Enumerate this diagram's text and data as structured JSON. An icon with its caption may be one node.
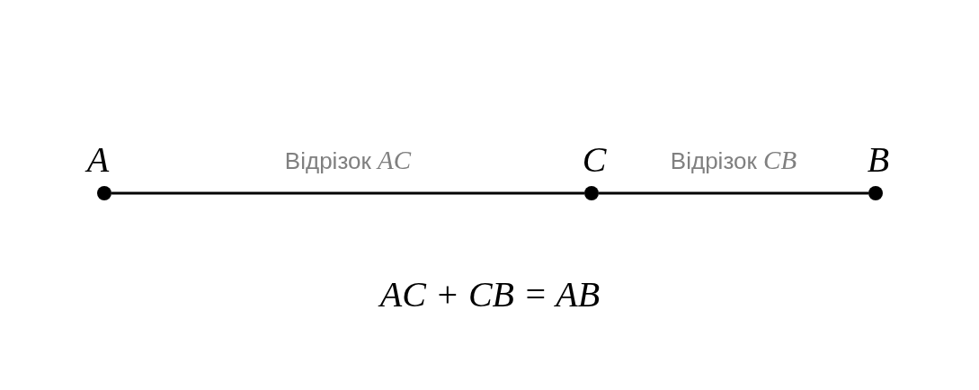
{
  "diagram": {
    "nodes": [
      {
        "text": [],
        "shape": "circle",
        "beside": [
          "A"
        ]
      },
      {
        "text": [],
        "shape": "circle",
        "beside": [
          "C"
        ]
      },
      {
        "text": [],
        "shape": "circle",
        "beside": [
          "B"
        ]
      }
    ],
    "edges": [
      {
        "from": 0,
        "to": 1,
        "arrow": "none",
        "label": "Відрізок *AC*"
      },
      {
        "from": 1,
        "to": 2,
        "arrow": "none",
        "label": "Відрізок *CB*"
      }
    ],
    "labels": [
      "AC + CB = AB"
    ]
  }
}
